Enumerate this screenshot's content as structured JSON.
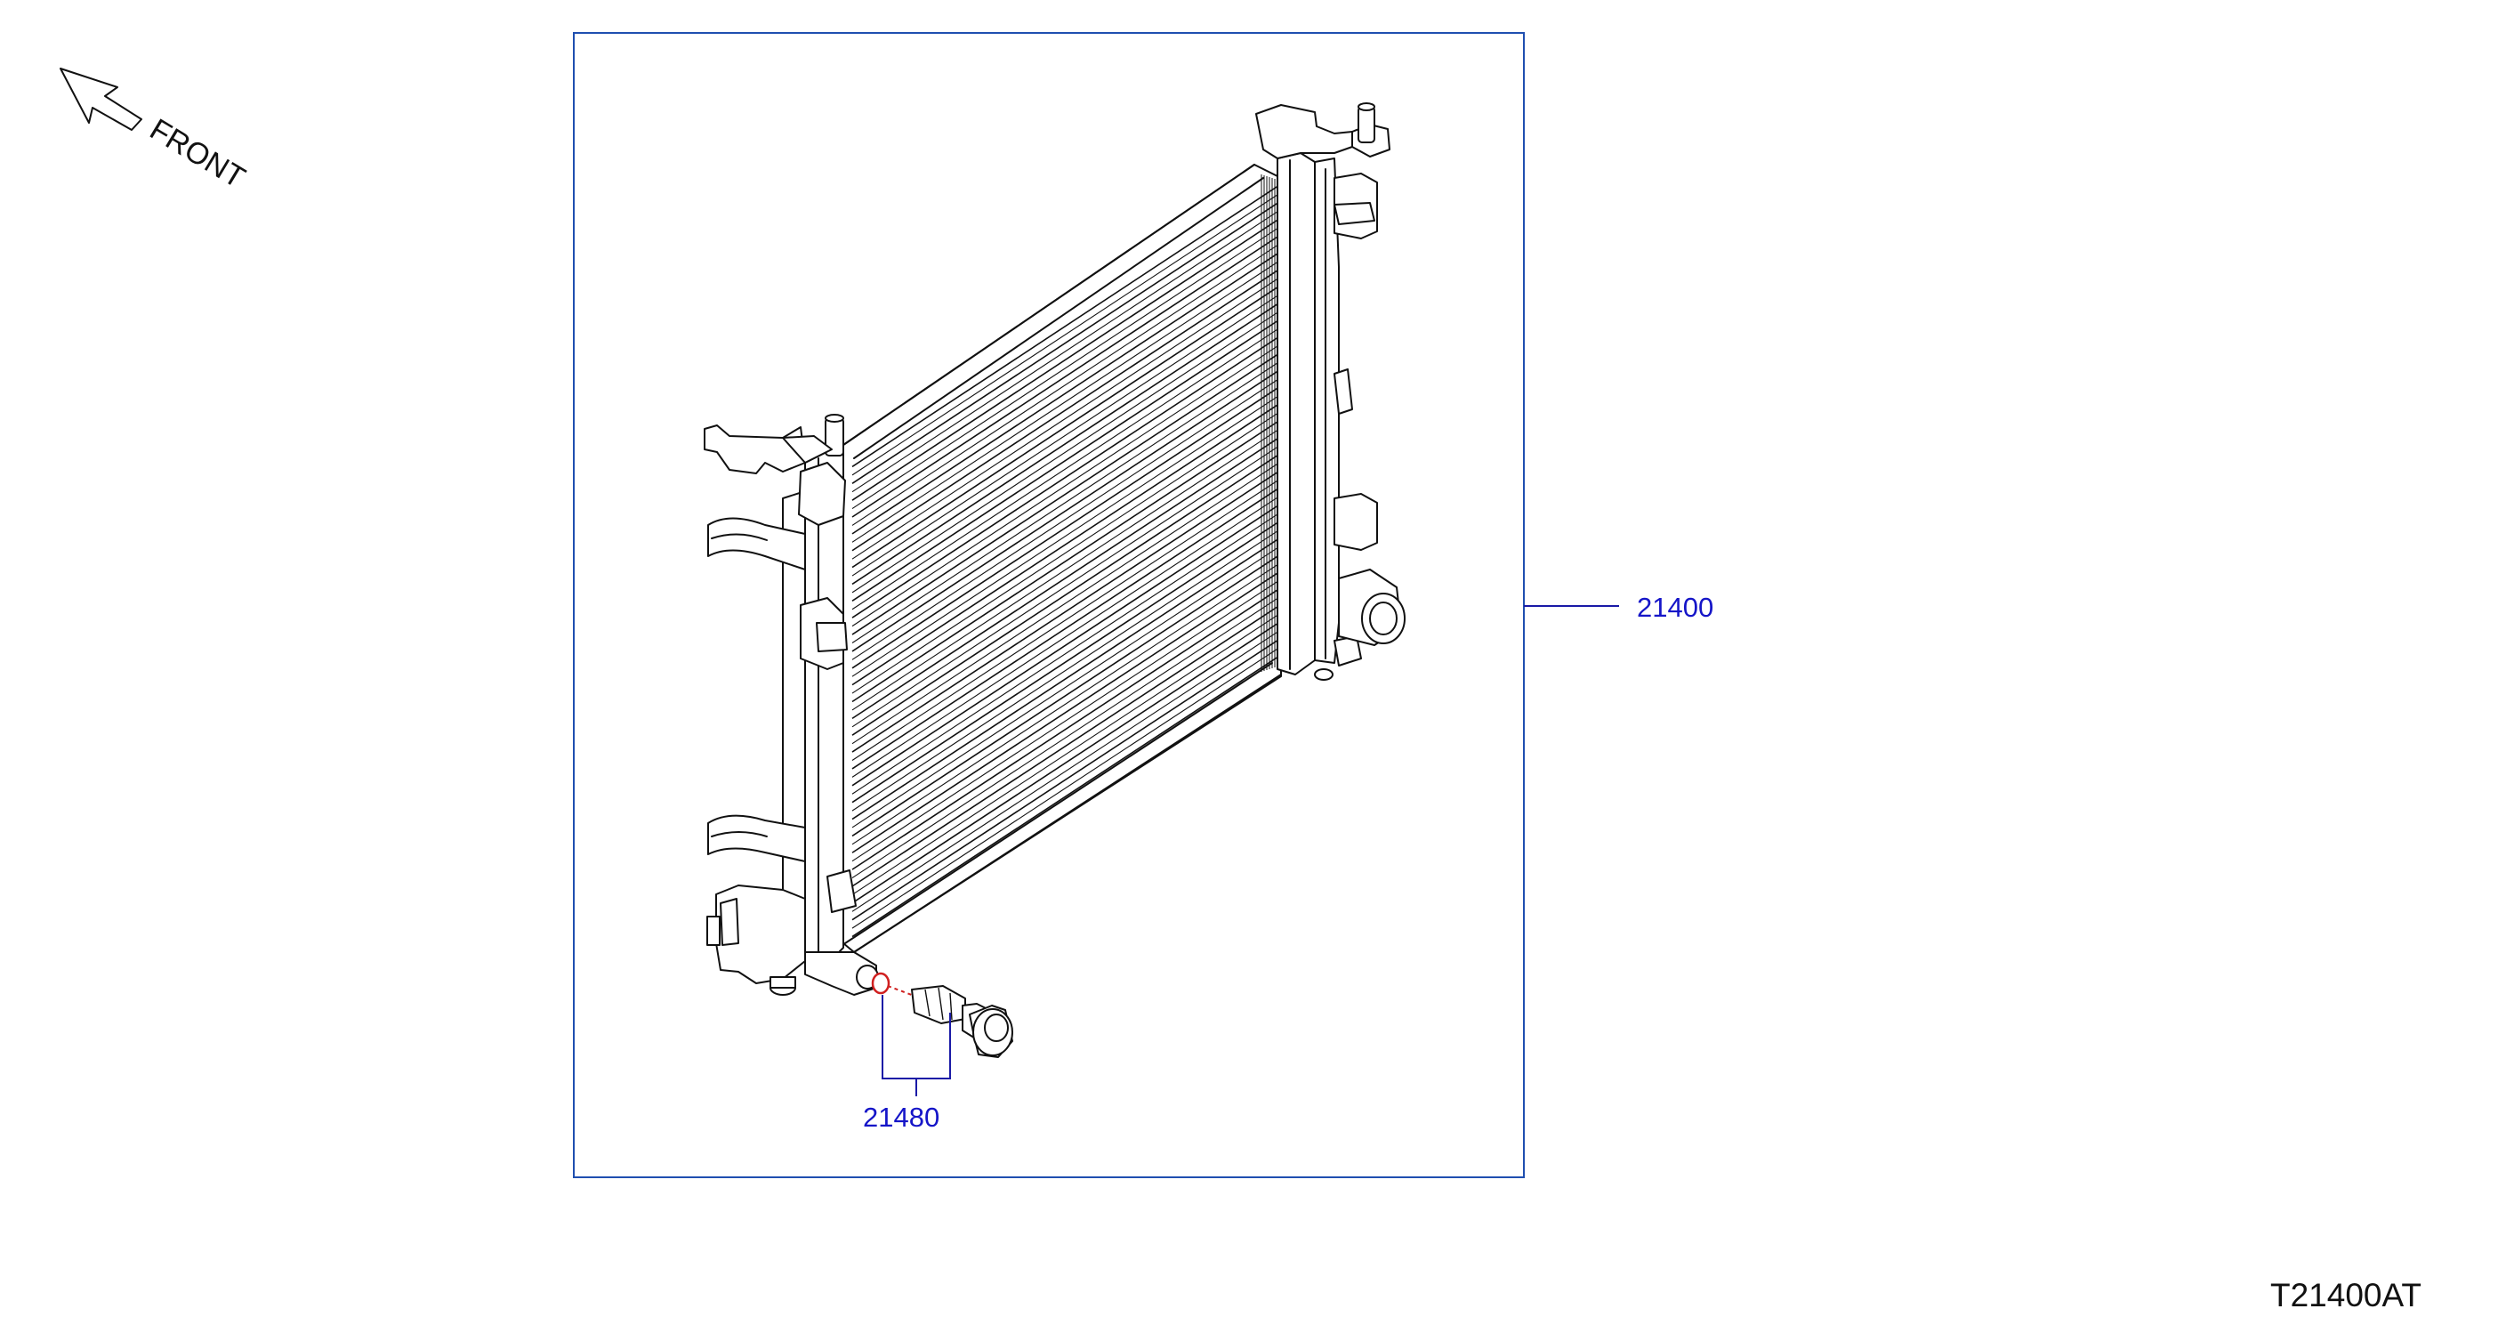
{
  "front_label": "FRONT",
  "callouts": {
    "radiator": "21400",
    "drain_cock": "21480"
  },
  "diagram_code": "T21400AT",
  "colors": {
    "frame": "#1f4fb0",
    "callout_text": "#1515c8",
    "leader": "#1a1aa6",
    "oring": "#d02020"
  },
  "icons": {
    "front_arrow": "front-arrow-icon"
  }
}
